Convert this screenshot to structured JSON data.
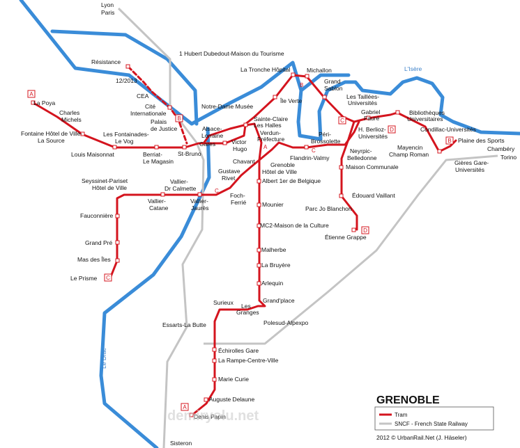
{
  "colors": {
    "tram": "#d4141e",
    "rail": "#c4c4c4",
    "river": "#3a8cd8"
  },
  "title": "GRENOBLE",
  "legend": {
    "tram": "Tram",
    "rail": "SNCF - French State Railway"
  },
  "credit": "2012 © UrbanRail.Net (J. Häseler)",
  "watermark": "demiryolu.net",
  "rivers": {
    "isere": "L'Isère",
    "drac": "Le Drac"
  },
  "badges": {
    "a": "A",
    "b": "B",
    "c": "C",
    "d": "D"
  },
  "rail_labels": {
    "north": [
      "Lyon",
      "Paris"
    ],
    "south": "Sisteron",
    "east": "Chambéry",
    "east2": "Torino"
  },
  "note_12_2013": "12/2013",
  "stations": {
    "la_poya": "La Poya",
    "charles_michels": [
      "Charles",
      "Michels"
    ],
    "fontaine_hdv": [
      "Fontaine Hôtel de Ville-",
      "La Source"
    ],
    "fontainades": [
      "Les Fontainades-",
      "Le Vog"
    ],
    "louis_maisonnat": "Louis Maisonnat",
    "berriat": [
      "Berriat-",
      "Le Magasin"
    ],
    "st_bruno": "St-Bruno",
    "gares": "Gares",
    "resistance": "Résistance",
    "cea": "CEA",
    "cite_int": [
      "Cité",
      "Internationale"
    ],
    "palais_justice": [
      "Palais",
      "de Justice"
    ],
    "hubert_dubedout": "1 Hubert Dubedout-Maison du Tourisme",
    "alsace_lorraine": [
      "Alsace-",
      "Lorraine"
    ],
    "victor_hugo": [
      "Victor",
      "Hugo"
    ],
    "la_tronche": "La Tronche Hôpital",
    "michallon": "Michallon",
    "grand_sablon": [
      "Grand",
      "Sablon"
    ],
    "notre_dame": "Notre-Dame Musée",
    "ile_verte": "Île Verte",
    "ste_claire": [
      "Sainte-Claire",
      "Les Halles"
    ],
    "verdun": [
      "Verdun-",
      "Préfecture"
    ],
    "chavant": "Chavant",
    "peri_brossolette": [
      "Péri-",
      "Brossolette"
    ],
    "taillees": [
      "Les Taillées-",
      "Universités"
    ],
    "gabriel_faure": [
      "Gabriel",
      "Fauré"
    ],
    "bibliotheques": [
      "Bibliothèques",
      "Universitaires"
    ],
    "condillac": "Condillac-Universités",
    "berlioz": [
      "H. Berlioz-",
      "Universités"
    ],
    "plaine_sports": "Plaine des Sports",
    "mayencin": [
      "Mayencin",
      "Champ Roman"
    ],
    "gieres": [
      "Gières Gare-",
      "Universités"
    ],
    "flandrin": "Flandrin-Valmy",
    "neyrpic": [
      "Neyrpic-",
      "Belledonne"
    ],
    "maison_communale": "Maison Communale",
    "edouard_vaillant": "Édouard Vaillant",
    "jo_blanchon": "Parc Jo Blanchon",
    "etienne_grappe": "Étienne Grappe",
    "grenoble_hdv": [
      "Grenoble",
      "Hôtel de Ville"
    ],
    "gustave_rivet": [
      "Gustave",
      "Rivet"
    ],
    "albert1": "Albert 1er de Belgique",
    "mounier": "Mounier",
    "mc2": "MC2-Maison de la Culture",
    "malherbe": "Malherbe",
    "la_bruyere": "La Bruyère",
    "arlequin": "Arlequin",
    "grand_place": "Grand'place",
    "foch_ferrie": [
      "Foch-",
      "Ferrié"
    ],
    "seyssinet": [
      "Seyssinet-Pariset",
      "Hôtel de Ville"
    ],
    "vallier_calmette": [
      "Vallier-",
      "Dr Calmette"
    ],
    "vallier_catane": [
      "Vallier-",
      "Catane"
    ],
    "vallier_jaures": [
      "Vallier-",
      "Jaurès"
    ],
    "fauconniere": "Fauconnière",
    "grand_pre": "Grand Pré",
    "mas_des_iles": "Mas des Îles",
    "le_prisme": "Le Prisme",
    "surieux": "Surieux",
    "les_granges": [
      "Les",
      "Granges"
    ],
    "polesud": "Polesud-Alpexpo",
    "essarts": "Essarts-La Butte",
    "echirolles_gare": "Échirolles Gare",
    "rampe": "La Rampe-Centre-Ville",
    "marie_curie": "Marie Curie",
    "auguste_delaune": "Auguste Delaune",
    "denis_papin": "Denis Papin"
  }
}
